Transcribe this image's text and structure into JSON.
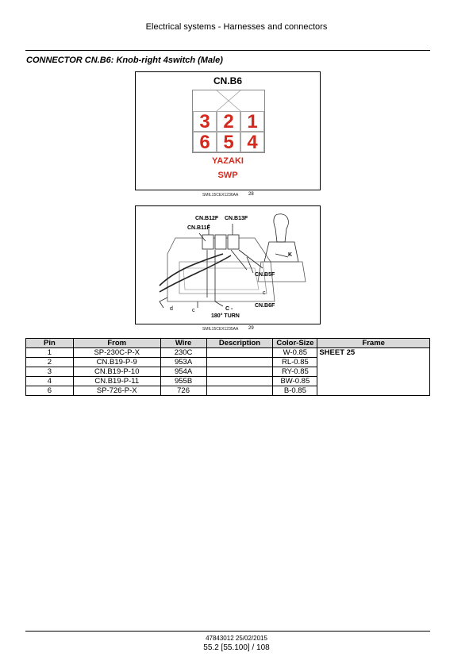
{
  "header": {
    "title": "Electrical systems - Harnesses and connectors"
  },
  "section": {
    "title": "CONNECTOR CN.B6:  Knob-right 4switch (Male)"
  },
  "figure1": {
    "connector_label": "CN.B6",
    "pins_top": [
      "3",
      "2",
      "1"
    ],
    "pins_bottom": [
      "6",
      "5",
      "4"
    ],
    "maker": "YAZAKI",
    "series": "SWP",
    "caption": "SMIL15CEX1236AA",
    "number": "28"
  },
  "figure2": {
    "labels": {
      "b12f": "CN.B12F",
      "b13f": "CN.B13F",
      "b11f": "CN.B11F",
      "k": "K",
      "b5f": "CN.B5F",
      "b6f": "CN.B6F",
      "c_top": "C -",
      "turn": "180° TURN",
      "c_small": "c",
      "d_small": "d",
      "c_left": "c"
    },
    "caption": "SMIL15CEX1235AA",
    "number": "29"
  },
  "table": {
    "headers": [
      "Pin",
      "From",
      "Wire",
      "Description",
      "Color-Size",
      "Frame"
    ],
    "frame_value": "SHEET 25",
    "rows": [
      {
        "pin": "1",
        "from": "SP-230C-P-X",
        "wire": "230C",
        "description": "",
        "color_size": "W-0.85"
      },
      {
        "pin": "2",
        "from": "CN.B19-P-9",
        "wire": "953A",
        "description": "",
        "color_size": "RL-0.85"
      },
      {
        "pin": "3",
        "from": "CN.B19-P-10",
        "wire": "954A",
        "description": "",
        "color_size": "RY-0.85"
      },
      {
        "pin": "4",
        "from": "CN.B19-P-11",
        "wire": "955B",
        "description": "",
        "color_size": "BW-0.85"
      },
      {
        "pin": "6",
        "from": "SP-726-P-X",
        "wire": "726",
        "description": "",
        "color_size": "B-0.85"
      }
    ]
  },
  "footer": {
    "doc_ref": "47843012 25/02/2015",
    "page": "55.2 [55.100] / 108"
  },
  "colors": {
    "pin_red": "#d42a1e",
    "header_gray": "#d9d9d9"
  }
}
